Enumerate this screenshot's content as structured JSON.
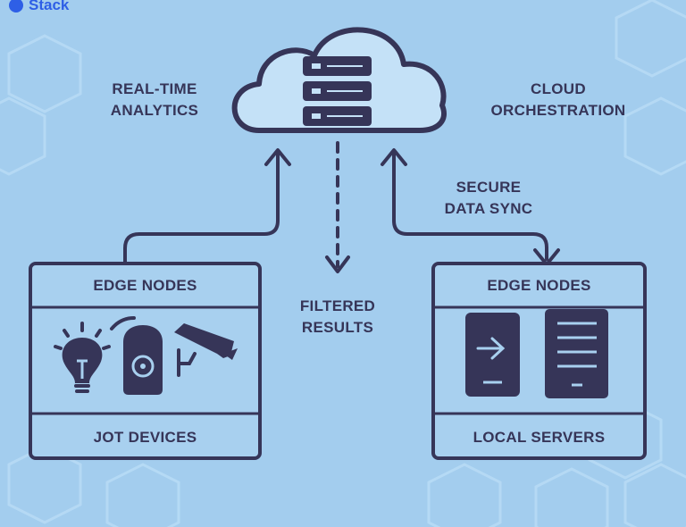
{
  "brand": {
    "name": "Stack",
    "color": "#2e5fe6"
  },
  "labels": {
    "realtime_analytics": [
      "REAL-TIME",
      "ANALYTICS"
    ],
    "cloud_orchestration": [
      "CLOUD",
      "ORCHESTRATION"
    ],
    "secure_data_sync": [
      "SECURE",
      "DATA SYNC"
    ],
    "filtered_results": [
      "FILTERED",
      "RESULTS"
    ]
  },
  "left_box": {
    "header": "EDGE NODES",
    "footer": "JOT DEVICES",
    "icons": [
      "lightbulb-icon",
      "doorbell-icon",
      "security-camera-icon"
    ]
  },
  "right_box": {
    "header": "EDGE NODES",
    "footer": "LOCAL SERVERS",
    "icons": [
      "tablet-login-icon",
      "server-rack-icon"
    ]
  },
  "cloud": {
    "icon": "cloud-server-icon"
  },
  "colors": {
    "background": "#a3cdee",
    "ink": "#363558",
    "cloud_fill": "#c4e1f7"
  }
}
